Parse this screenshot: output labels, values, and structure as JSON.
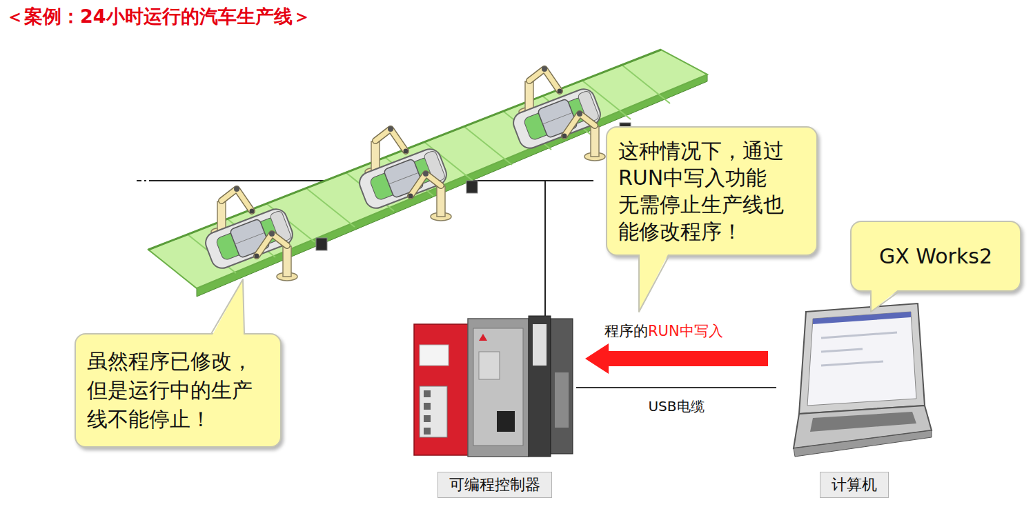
{
  "diagram": {
    "title": "＜案例：24小时运行的汽车生产线＞",
    "nodes": [
      {
        "text": [
          "这种情况下，通过 RUN中写入功能 无需停止生产线也 能修改程序！"
        ]
      },
      {
        "text": [
          "GX Works2"
        ]
      },
      {
        "text": [
          "虽然程序已修改， 但是运行中的生产 线不能停止！"
        ]
      },
      {
        "text": [
          "可编程控制器"
        ]
      },
      {
        "text": [
          "计算机"
        ]
      }
    ],
    "edges": [
      {
        "from": 4,
        "to": 3,
        "arrow": "to"
      },
      {
        "from": 4,
        "to": 3,
        "arrow": "none",
        "label": "USB电缆"
      }
    ],
    "labels": [
      "程序的",
      "RUN中写入"
    ]
  }
}
